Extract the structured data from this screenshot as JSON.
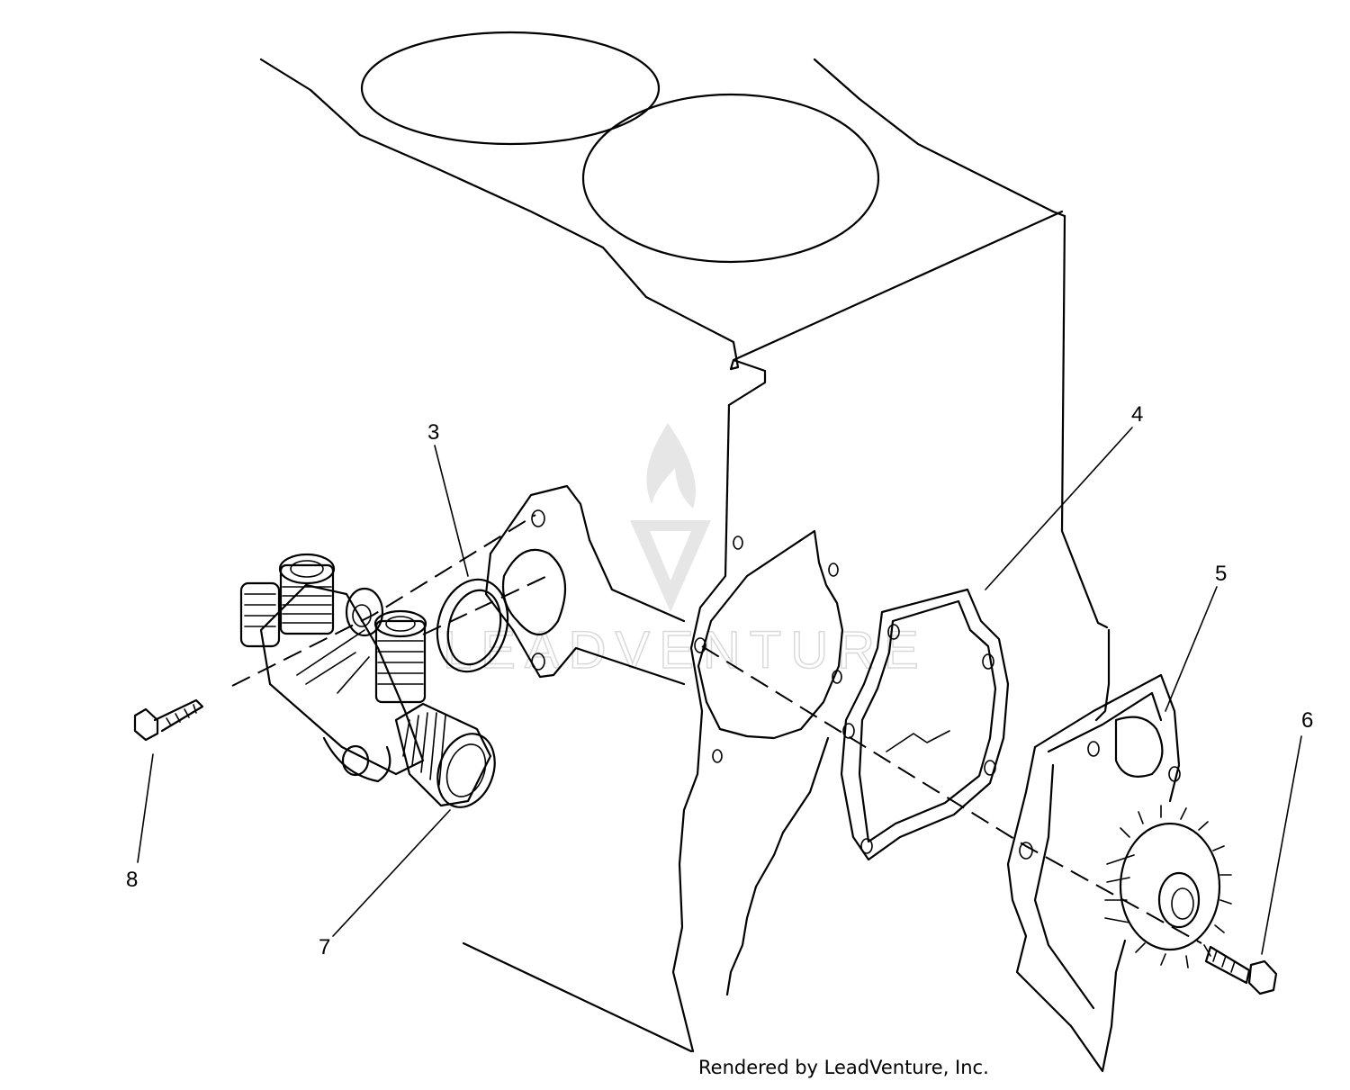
{
  "diagram": {
    "callouts": [
      {
        "id": "3",
        "label": "3"
      },
      {
        "id": "4",
        "label": "4"
      },
      {
        "id": "5",
        "label": "5"
      },
      {
        "id": "6",
        "label": "6"
      },
      {
        "id": "7",
        "label": "7"
      },
      {
        "id": "8",
        "label": "8"
      }
    ],
    "watermark": "LEADVENTURE",
    "footer": "Rendered by LeadVenture, Inc."
  }
}
